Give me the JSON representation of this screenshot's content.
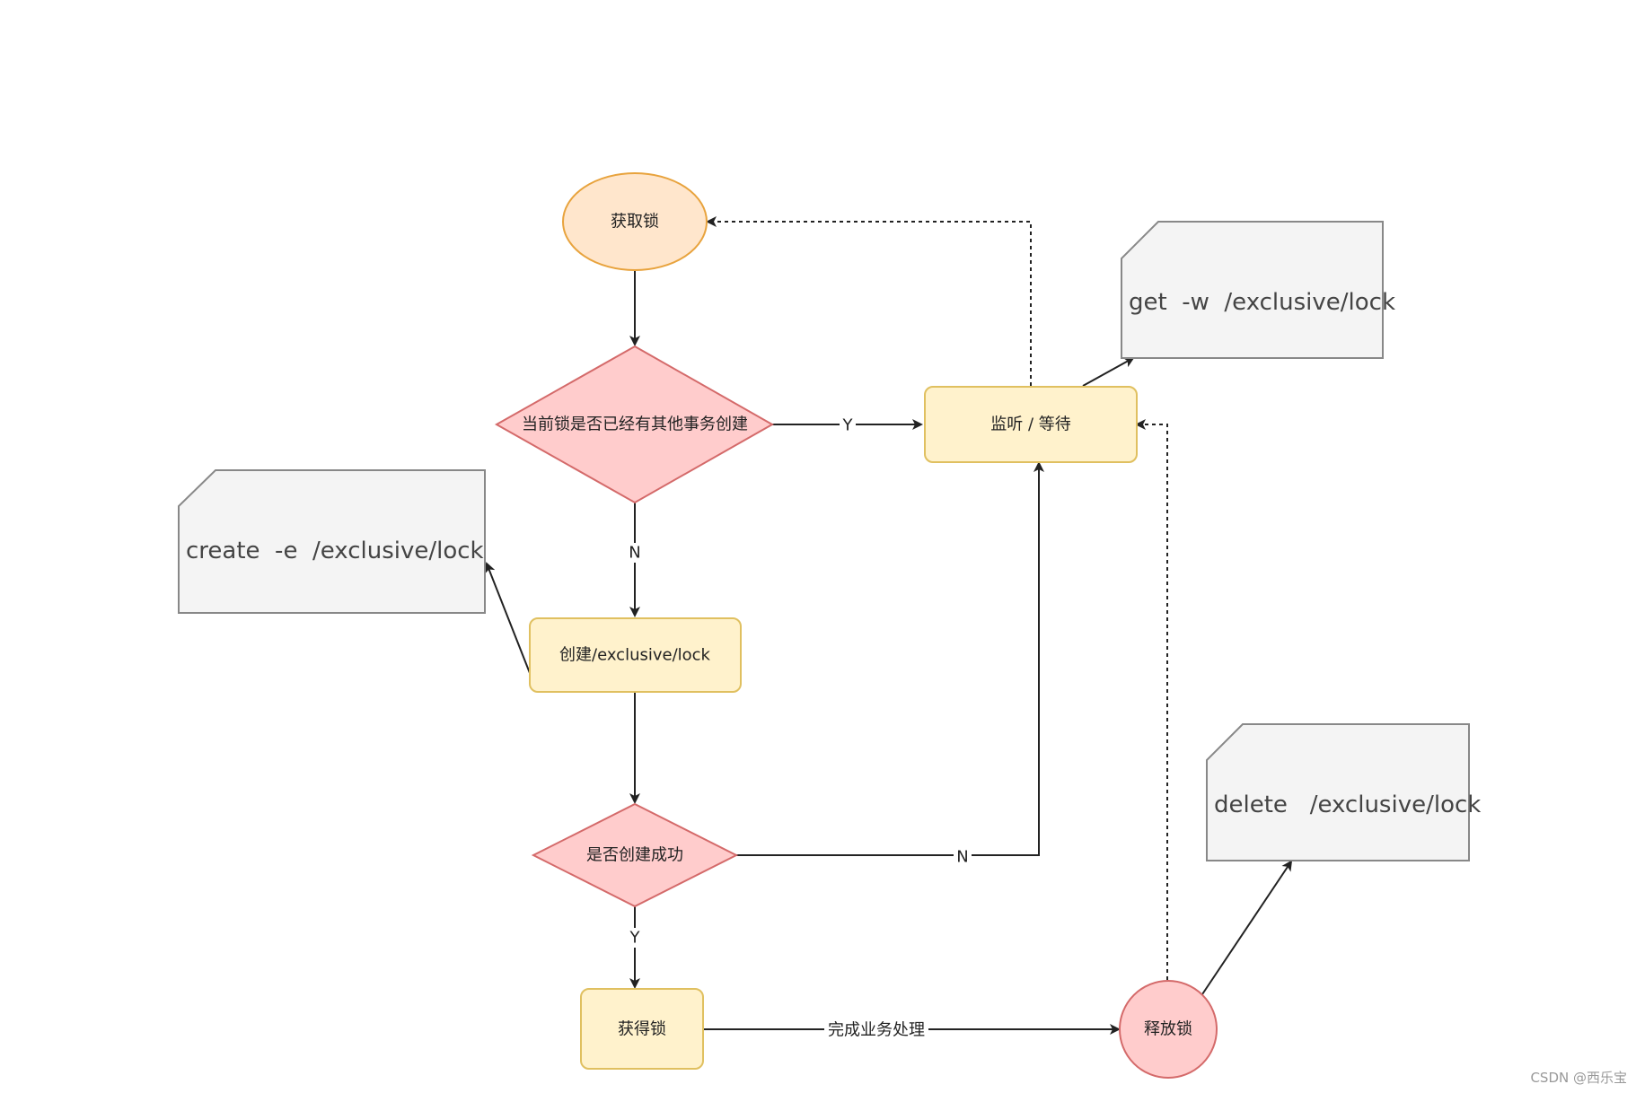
{
  "nodes": {
    "acquire_lock": "获取锁",
    "check_exists": "当前锁是否已经有其他事务创建",
    "watch_wait": "监听 / 等待",
    "create_node": "创建/exclusive/lock",
    "check_created": "是否创建成功",
    "got_lock": "获得锁",
    "release_lock": "释放锁"
  },
  "notes": {
    "get_cmd": "get  -w  /exclusive/lock",
    "create_cmd": "create  -e  /exclusive/lock",
    "delete_cmd": "delete   /exclusive/lock"
  },
  "edge_labels": {
    "exists_yes": "Y",
    "exists_no": "N",
    "created_no": "N",
    "created_yes": "Y",
    "finish_business": "完成业务处理"
  },
  "colors": {
    "ellipse_orange_fill": "#ffe6cc",
    "ellipse_orange_stroke": "#e8a33d",
    "diamond_fill": "#ffcccc",
    "diamond_stroke": "#d46a6a",
    "process_fill": "#fff2cc",
    "process_stroke": "#e0c060",
    "note_fill": "#f4f4f4",
    "note_stroke": "#888888"
  },
  "watermark": "CSDN @西乐宝"
}
